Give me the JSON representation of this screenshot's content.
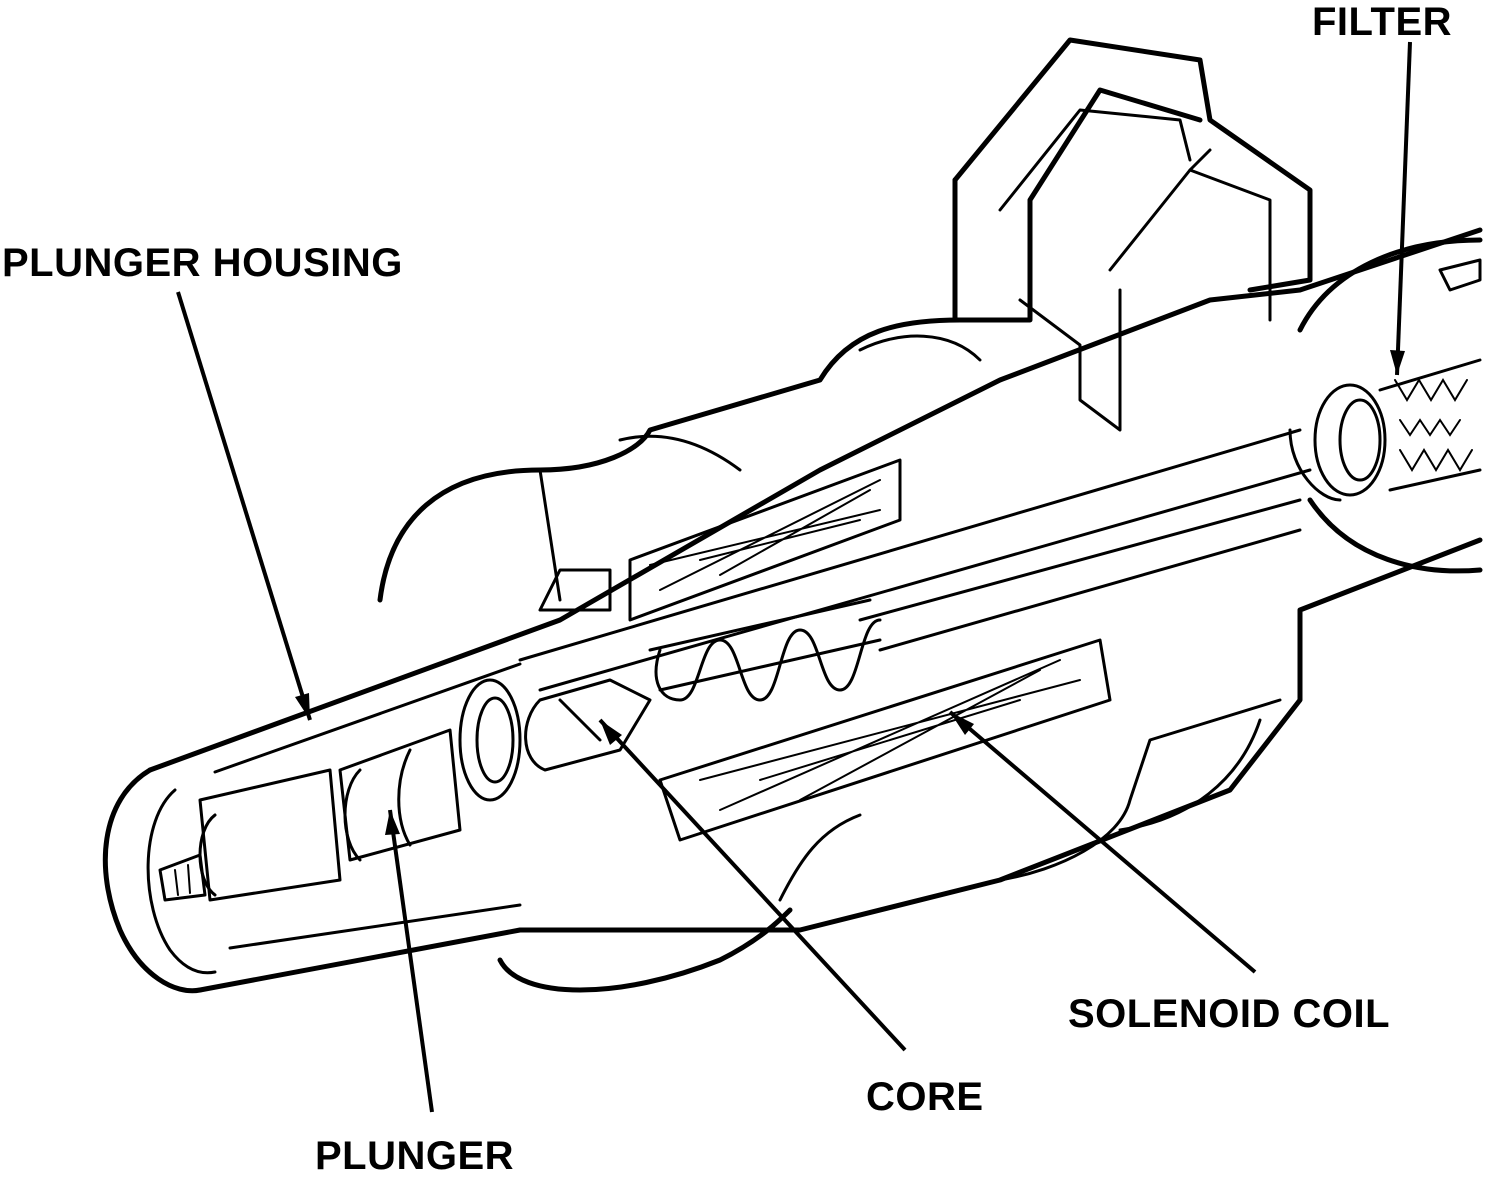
{
  "diagram": {
    "labels": {
      "filter": "FILTER",
      "plunger_housing": "PLUNGER HOUSING",
      "solenoid_coil": "SOLENOID COIL",
      "core": "CORE",
      "plunger": "PLUNGER"
    },
    "colors": {
      "ink": "#000000",
      "background": "#ffffff"
    }
  }
}
